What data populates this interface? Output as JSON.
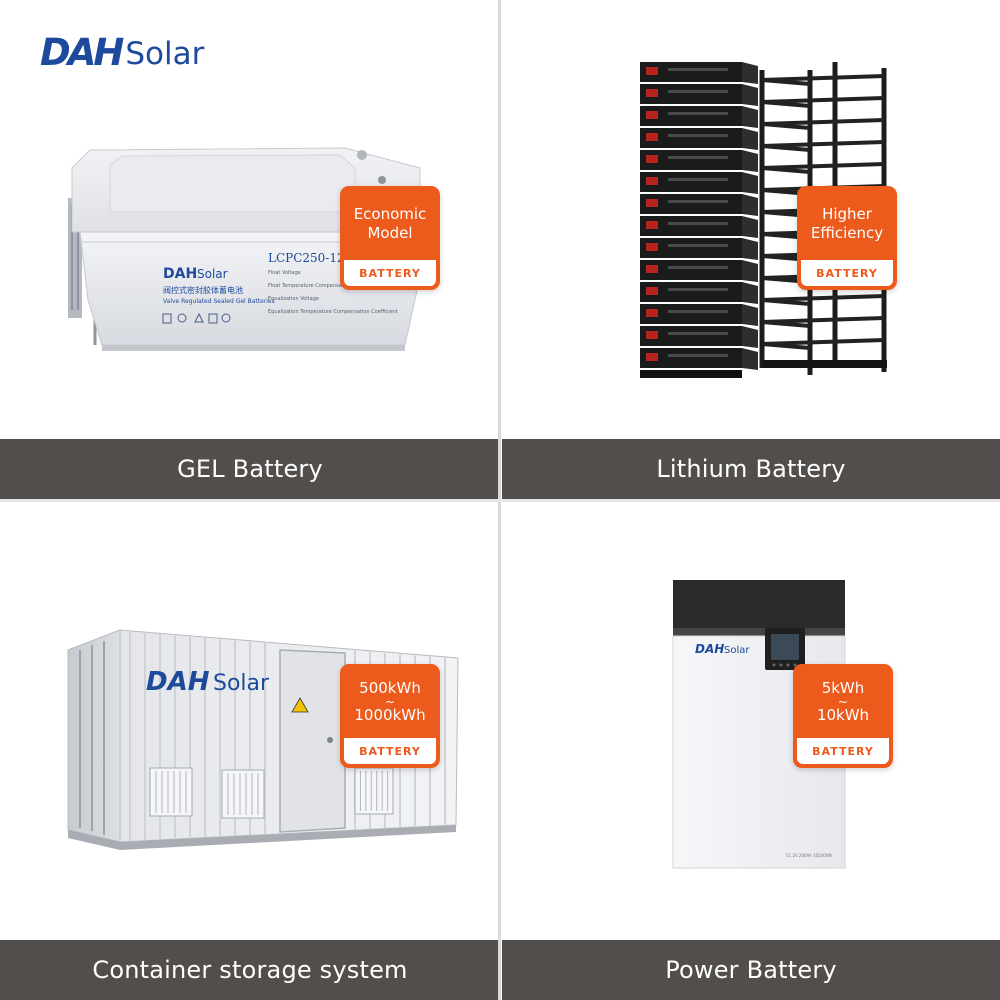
{
  "brand": {
    "mark": "DAH",
    "word": "Solar",
    "color": "#1d4a9c"
  },
  "accent_color": "#ec5a1c",
  "label_bar_color": "#524e4b",
  "products": [
    {
      "name": "GEL Battery",
      "badge_line1": "Economic",
      "badge_line2": "Model",
      "badge_tag": "BATTERY",
      "print": {
        "model": "LCPC250-12",
        "brand_mark": "DAH",
        "brand_word": "Solar",
        "subtitle_cn": "阀控式密封胶体蓄电池",
        "subtitle_en": "Valve Regulated Sealed Gel Batteries",
        "row1": "Float Voltage",
        "row2": "Float Temperature Compensation Coefficient",
        "row3": "Equalization Voltage",
        "row4": "Equalization Temperature Compensation Coefficient"
      }
    },
    {
      "name": "Lithium Battery",
      "badge_line1": "Higher",
      "badge_line2": "Efficiency",
      "badge_tag": "BATTERY"
    },
    {
      "name": "Container storage system",
      "badge_line1": "500kWh",
      "badge_tilde": "~",
      "badge_line2": "1000kWh",
      "badge_tag": "BATTERY",
      "print": {
        "brand_mark": "DAH",
        "brand_word": "Solar"
      }
    },
    {
      "name": "Power Battery",
      "badge_line1": "5kWh",
      "badge_tilde": "~",
      "badge_line2": "10kWh",
      "badge_tag": "BATTERY",
      "print": {
        "brand_mark": "DAH",
        "brand_word": "Solar",
        "spec": "51.2V 200Ah 10240Wh"
      }
    }
  ]
}
